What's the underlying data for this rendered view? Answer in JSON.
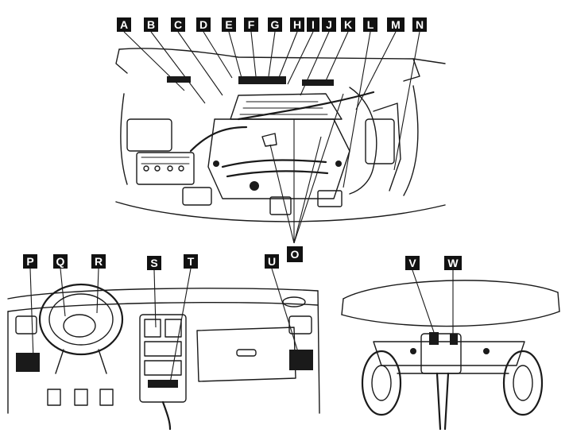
{
  "diagram": {
    "engine_labels": [
      "A",
      "B",
      "C",
      "D",
      "E",
      "F",
      "G",
      "H",
      "I",
      "J",
      "K",
      "L",
      "M",
      "N"
    ],
    "engine_bottom_label": "O",
    "dashboard_labels": [
      "P",
      "Q",
      "R",
      "S",
      "T",
      "U"
    ],
    "underbody_labels": [
      "V",
      "W"
    ]
  }
}
